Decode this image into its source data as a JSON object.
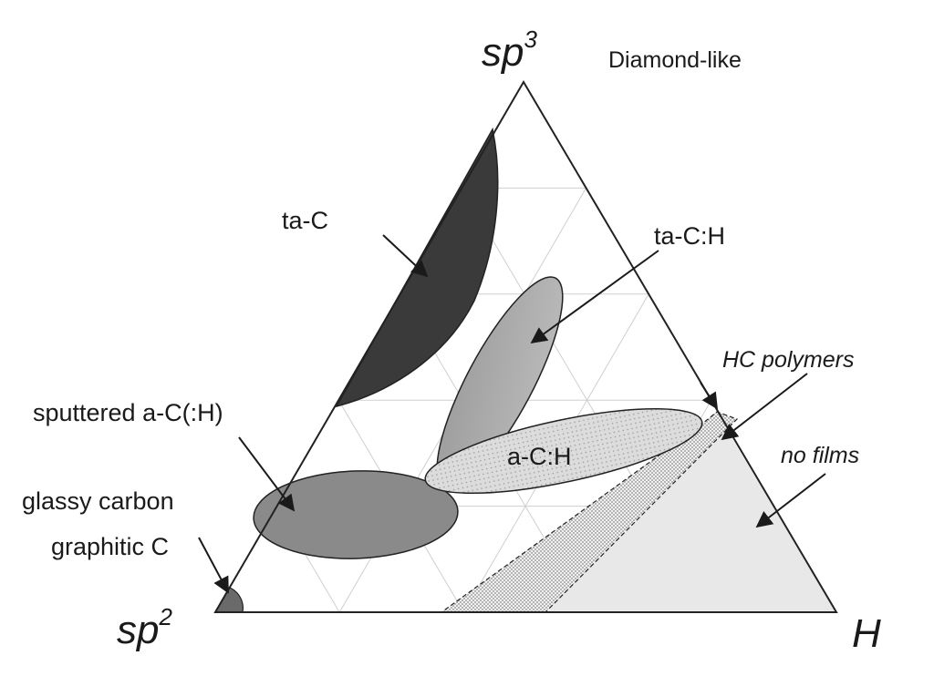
{
  "diagram": {
    "title": "Diamond-like",
    "corners": {
      "top": {
        "base": "sp",
        "sup": "3"
      },
      "left": {
        "base": "sp",
        "sup": "2"
      },
      "right": {
        "base": "H"
      }
    },
    "regions": {
      "ta_c": "ta-C",
      "ta_c_h": "ta-C:H",
      "sputtered": "sputtered a-C(:H)",
      "a_c_h": "a-C:H",
      "hc_polymers": "HC polymers",
      "no_films": "no films",
      "glassy_line1": "glassy carbon",
      "glassy_line2": "graphitic C"
    },
    "colors": {
      "dark": "#3a3a3a",
      "mid": "#8a8a8a",
      "light": "#c9c9c9",
      "pale": "#e8e8e8",
      "outline": "#222222"
    }
  }
}
